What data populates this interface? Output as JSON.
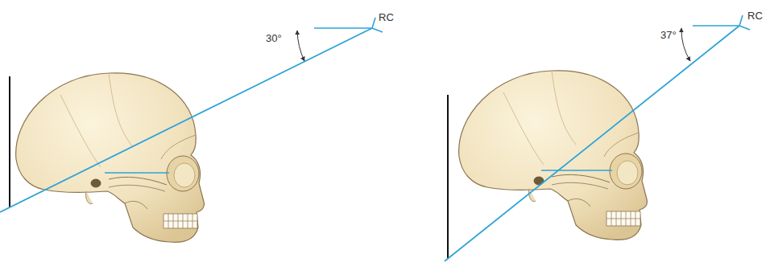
{
  "diagram": {
    "labels": [
      "RC",
      "30°",
      "RC",
      "37°"
    ]
  }
}
